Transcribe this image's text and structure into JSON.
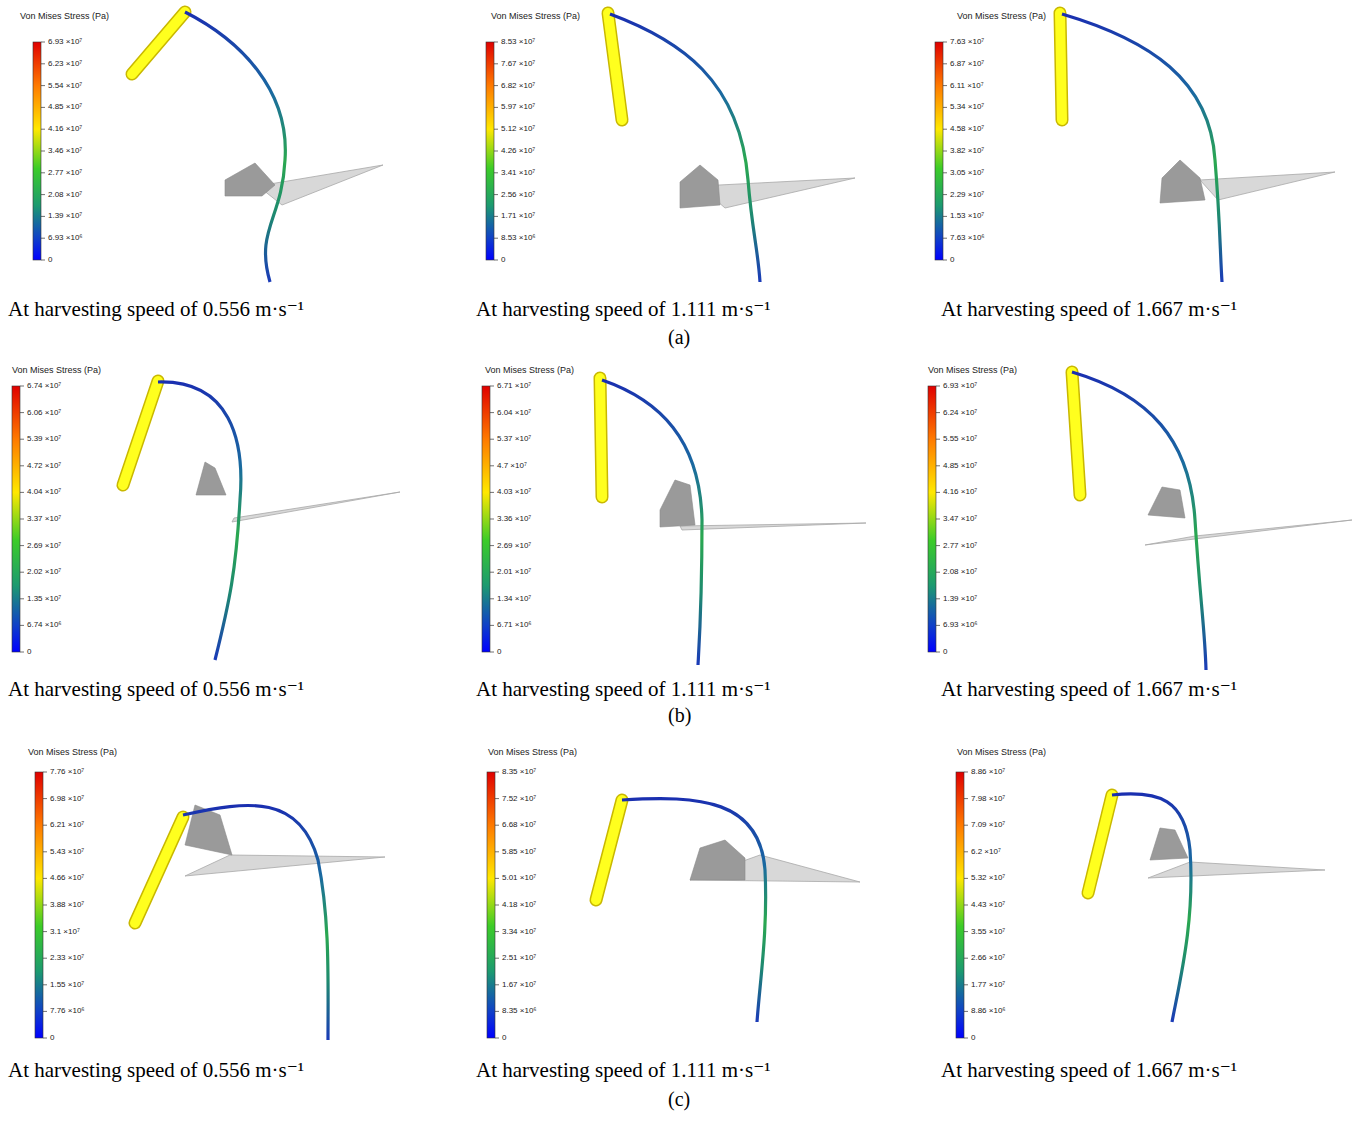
{
  "diagram": {
    "labels": [
      "Von Mises Stress (Pa)",
      "6.93 ×10⁷",
      "6.23 ×10⁷",
      "5.54 ×10⁷",
      "4.85 ×10⁷",
      "4.16 ×10⁷",
      "3.46 ×10⁷",
      "2.77 ×10⁷",
      "2.08 ×10⁷",
      "1.39 ×10⁷",
      "6.93 ×10⁶",
      "0",
      "Von Mises Stress (Pa)",
      "8.53 ×10⁷",
      "7.67 ×10⁷",
      "6.82 ×10⁷",
      "5.97 ×10⁷",
      "5.12 ×10⁷",
      "4.26 ×10⁷",
      "3.41 ×10⁷",
      "2.56 ×10⁷",
      "1.71 ×10⁷",
      "8.53 ×10⁶",
      "0",
      "Von Mises Stress (Pa)",
      "7.63 ×10⁷",
      "6.87 ×10⁷",
      "6.11 ×10⁷",
      "5.34 ×10⁷",
      "4.58 ×10⁷",
      "3.82 ×10⁷",
      "3.05 ×10⁷",
      "2.29 ×10⁷",
      "1.53 ×10⁷",
      "7.63 ×10⁶",
      "0",
      "At harvesting speed of 0.556 m·s⁻¹",
      "At harvesting speed of 1.111 m·s⁻¹",
      "At harvesting speed of 1.667 m·s⁻¹",
      "(a)",
      "Von Mises Stress (Pa)",
      "6.74 ×10⁷",
      "6.06 ×10⁷",
      "5.39 ×10⁷",
      "4.72 ×10⁷",
      "4.04 ×10⁷",
      "3.37 ×10⁷",
      "2.69 ×10⁷",
      "2.02 ×10⁷",
      "1.35 ×10⁷",
      "6.74 ×10⁶",
      "0",
      "Von Mises Stress (Pa)",
      "6.71 ×10⁷",
      "6.04 ×10⁷",
      "5.37 ×10⁷",
      "4.7 ×10⁷",
      "4.03 ×10⁷",
      "3.36 ×10⁷",
      "2.69 ×10⁷",
      "2.01 ×10⁷",
      "1.34 ×10⁷",
      "6.71 ×10⁶",
      "0",
      "Von Mises Stress (Pa)",
      "6.93 ×10⁷",
      "6.24 ×10⁷",
      "5.55 ×10⁷",
      "4.85 ×10⁷",
      "4.16 ×10⁷",
      "3.47 ×10⁷",
      "2.77 ×10⁷",
      "2.08 ×10⁷",
      "1.39 ×10⁷",
      "6.93 ×10⁶",
      "0",
      "At harvesting speed of 0.556 m·s⁻¹",
      "At harvesting speed of 1.111 m·s⁻¹",
      "At harvesting speed of 1.667 m·s⁻¹",
      "(b)",
      "Von Mises Stress (Pa)",
      "7.76 ×10⁷",
      "6.98 ×10⁷",
      "6.21 ×10⁷",
      "5.43 ×10⁷",
      "4.66 ×10⁷",
      "3.88 ×10⁷",
      "3.1 ×10⁷",
      "2.33 ×10⁷",
      "1.55 ×10⁷",
      "7.76 ×10⁶",
      "0",
      "Von Mises Stress (Pa)",
      "8.35 ×10⁷",
      "7.52 ×10⁷",
      "6.68 ×10⁷",
      "5.85 ×10⁷",
      "5.01 ×10⁷",
      "4.18 ×10⁷",
      "3.34 ×10⁷",
      "2.51 ×10⁷",
      "1.67 ×10⁷",
      "8.35 ×10⁶",
      "0",
      "Von Mises Stress (Pa)",
      "8.86 ×10⁷",
      "7.98 ×10⁷",
      "7.09 ×10⁷",
      "6.2 ×10⁷",
      "5.32 ×10⁷",
      "4.43 ×10⁷",
      "3.55 ×10⁷",
      "2.66 ×10⁷",
      "1.77 ×10⁷",
      "8.86 ×10⁶",
      "0",
      "At harvesting speed of 0.556 m·s⁻¹",
      "At harvesting speed of 1.111 m·s⁻¹",
      "At harvesting speed of 1.667 m·s⁻¹",
      "(c)"
    ]
  }
}
